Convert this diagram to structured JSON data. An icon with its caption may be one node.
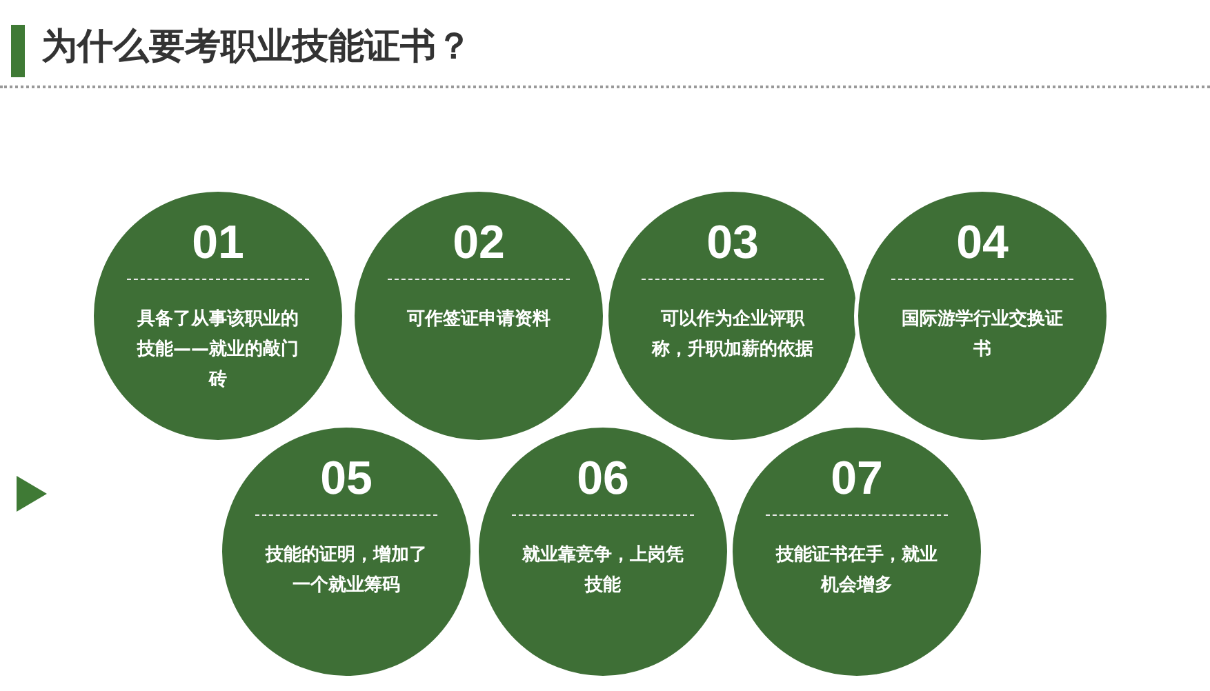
{
  "diagram": {
    "title": "为什么要考职业技能证书？",
    "nodes": [
      {
        "text": [
          "01",
          "具备了从事该职业的技能——就业的敲门砖"
        ]
      },
      {
        "text": [
          "02",
          "可作签证申请资料"
        ]
      },
      {
        "text": [
          "03",
          "可以作为企业评职称，升职加薪的依据"
        ]
      },
      {
        "text": [
          "04",
          "国际游学行业交换证书"
        ]
      },
      {
        "text": [
          "05",
          "技能的证明，增加了一个就业筹码"
        ]
      },
      {
        "text": [
          "06",
          "就业靠竞争，上岗凭技能"
        ]
      },
      {
        "text": [
          "07",
          "技能证书在手，就业机会增多"
        ]
      }
    ],
    "edges": []
  }
}
